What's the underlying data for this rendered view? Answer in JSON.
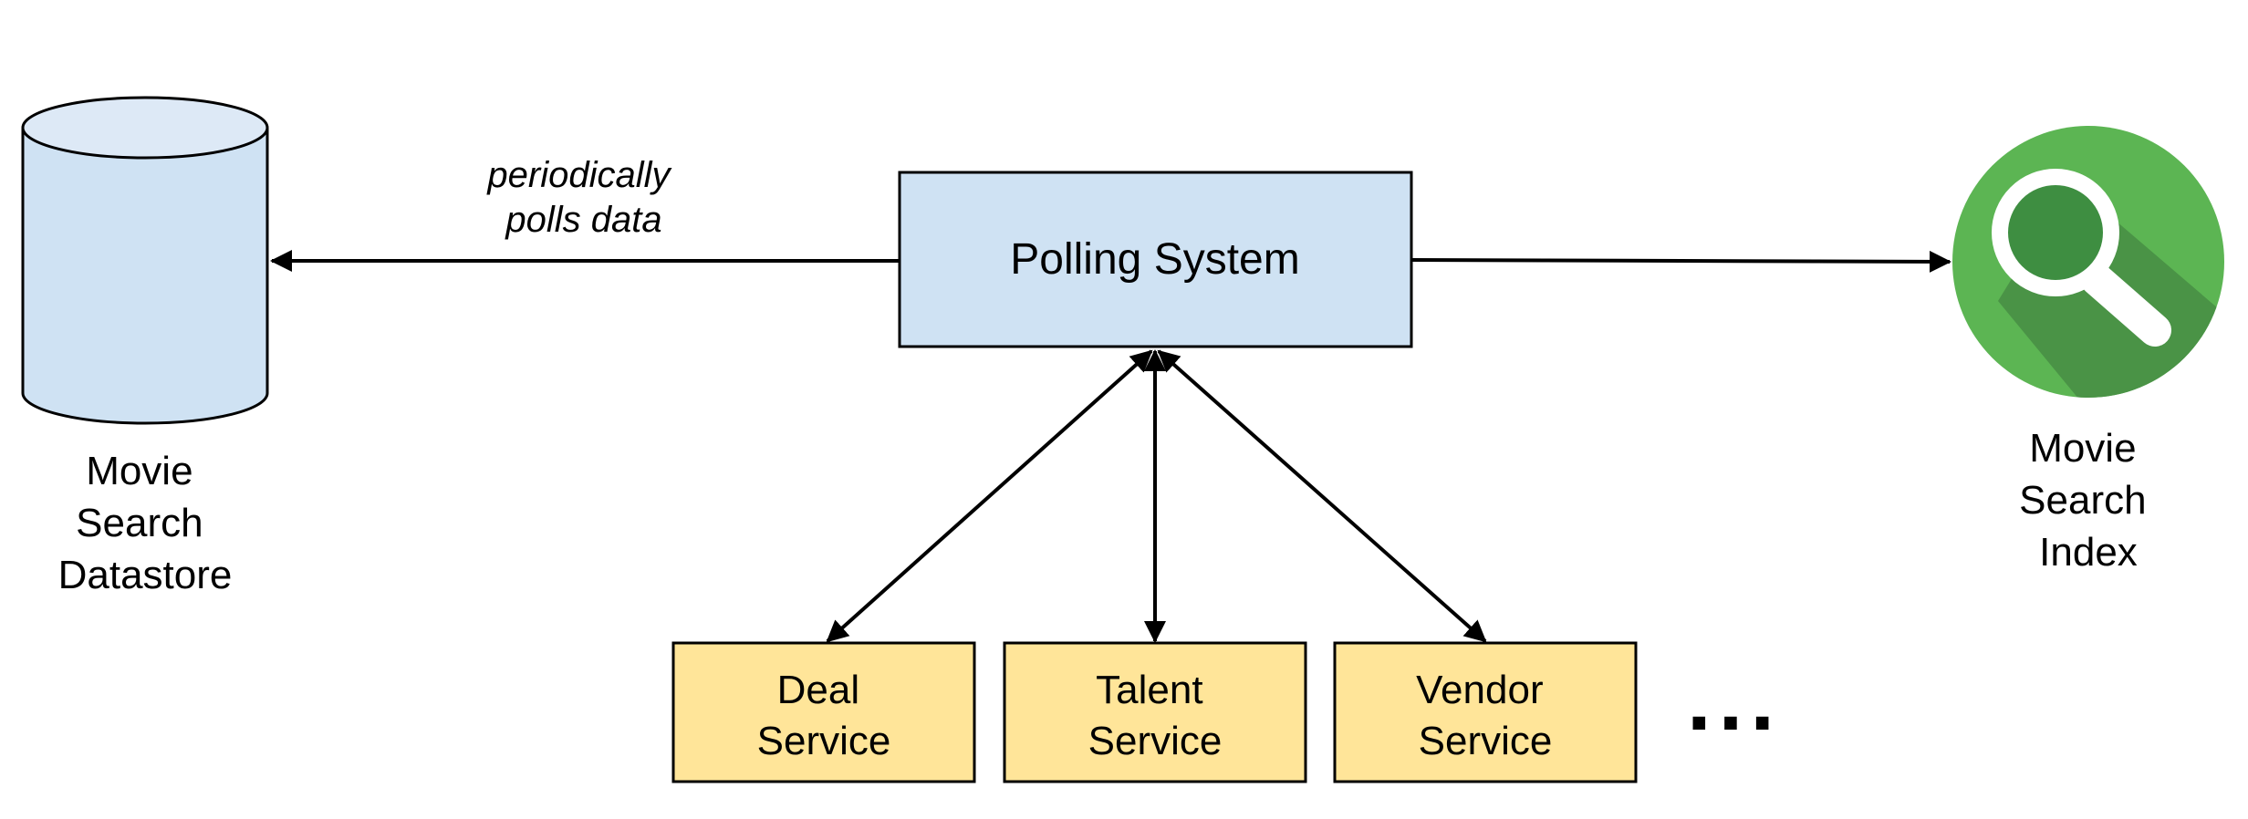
{
  "diagram": {
    "datastore": {
      "label_lines": [
        "Movie",
        "Search",
        "Datastore"
      ]
    },
    "polling_system": {
      "label": "Polling System"
    },
    "search_index": {
      "label_lines": [
        "Movie",
        "Search",
        "Index"
      ]
    },
    "edge_label": {
      "lines": [
        "periodically",
        "polls data"
      ]
    },
    "services": [
      {
        "label_lines": [
          "Deal",
          "Service"
        ]
      },
      {
        "label_lines": [
          "Talent",
          "Service"
        ]
      },
      {
        "label_lines": [
          "Vendor",
          "Service"
        ]
      }
    ],
    "ellipsis": "...",
    "colors": {
      "datastore_fill": "#cfe2f3",
      "datastore_top": "#dde9f6",
      "polling_fill": "#cfe2f3",
      "service_fill": "#ffe599",
      "search_icon_green": "#5cb553",
      "search_icon_shadow": "#4a9346",
      "search_icon_lens": "#3e8e41",
      "stroke": "#000000"
    },
    "icons": {
      "search_index": "magnifier-icon"
    }
  }
}
